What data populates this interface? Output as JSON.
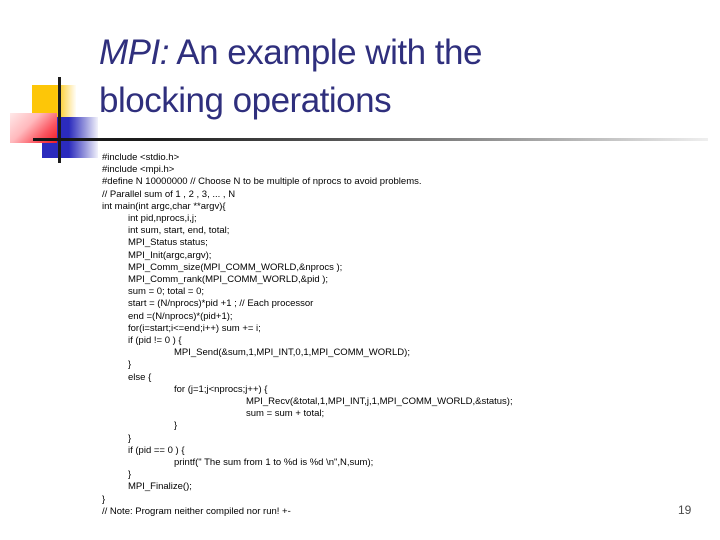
{
  "title": {
    "emphasis": "MPI:",
    "line1_rest": " An example with the",
    "line2": "blocking operations"
  },
  "page_number": "19",
  "colors": {
    "title_text": "#2f2f7d",
    "code_text": "#000000",
    "page_number_text": "#4a4a4a",
    "accent_yellow": "#fdc608",
    "accent_red": "#ee1c25",
    "accent_blue": "#2b2bbd",
    "cross_line": "#1b1b1b"
  },
  "code": {
    "lines": [
      {
        "i": 0,
        "t": "#include <stdio.h>"
      },
      {
        "i": 0,
        "t": "#include <mpi.h>"
      },
      {
        "i": 0,
        "t": "#define N 10000000 // Choose N to be multiple of nprocs to avoid problems."
      },
      {
        "i": 0,
        "t": "// Parallel sum of 1 , 2 , 3, ... , N"
      },
      {
        "i": 0,
        "t": "int main(int argc,char **argv){"
      },
      {
        "i": 1,
        "t": "int pid,nprocs,i,j;"
      },
      {
        "i": 1,
        "t": "int sum, start, end, total;"
      },
      {
        "i": 1,
        "t": "MPI_Status status;"
      },
      {
        "i": 1,
        "t": "MPI_Init(argc,argv);"
      },
      {
        "i": 1,
        "t": "MPI_Comm_size(MPI_COMM_WORLD,&nprocs );"
      },
      {
        "i": 1,
        "t": "MPI_Comm_rank(MPI_COMM_WORLD,&pid );"
      },
      {
        "i": 1,
        "t": "sum = 0; total = 0;"
      },
      {
        "i": 1,
        "t": "start = (N/nprocs)*pid +1 ; // Each processor"
      },
      {
        "i": 1,
        "t": "end =(N/nprocs)*(pid+1);"
      },
      {
        "i": 1,
        "t": "for(i=start;i<=end;i++) sum += i;"
      },
      {
        "i": 1,
        "t": "if (pid != 0 ) {"
      },
      {
        "i": 2,
        "t": "MPI_Send(&sum,1,MPI_INT,0,1,MPI_COMM_WORLD);"
      },
      {
        "i": 1,
        "t": "}"
      },
      {
        "i": 1,
        "t": "else {"
      },
      {
        "i": 2,
        "t": "for (j=1;j<nprocs;j++) {"
      },
      {
        "i": 3,
        "t": "MPI_Recv(&total,1,MPI_INT,j,1,MPI_COMM_WORLD,&status);"
      },
      {
        "i": 3,
        "t": "sum = sum + total;"
      },
      {
        "i": 2,
        "t": "}"
      },
      {
        "i": 1,
        "t": "}"
      },
      {
        "i": 1,
        "t": "if (pid == 0 ) {"
      },
      {
        "i": 2,
        "t": "printf(\" The sum from 1 to %d is %d \\n\",N,sum);"
      },
      {
        "i": 1,
        "t": "}"
      },
      {
        "i": 1,
        "t": "MPI_Finalize();"
      },
      {
        "i": 0,
        "t": "}"
      },
      {
        "i": 0,
        "t": "// Note: Program neither compiled nor run! +-"
      }
    ]
  }
}
